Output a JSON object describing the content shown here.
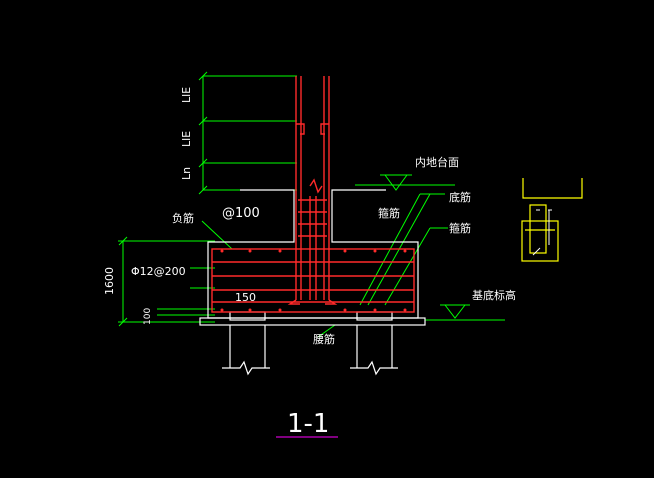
{
  "drawing": {
    "section_title": "1-1",
    "dim_labels": {
      "lle_upper": "LlE",
      "lle_lower": "LlE",
      "ln": "Ln",
      "height_total": "1600",
      "height_bottom": "100"
    },
    "annotations": {
      "indoor_floor": "内地台面",
      "spacing_100": "@100",
      "neg_rebar": "负筋",
      "hoop_rebar": "箍筋",
      "bottom_rebar": "底筋",
      "rebar_note": "Φ12@200",
      "dim_150": "150",
      "pile_rebar": "腰筋",
      "base_elev": "基底标高",
      "side_rebar": "箍筋"
    },
    "colors": {
      "background": "#000000",
      "outline": "#ffffff",
      "rebar": "#ff2a2a",
      "dimension": "#00ff00",
      "label_text": "#ffffff",
      "detail": "#ffff00",
      "title_underline": "#ff00ff"
    }
  }
}
